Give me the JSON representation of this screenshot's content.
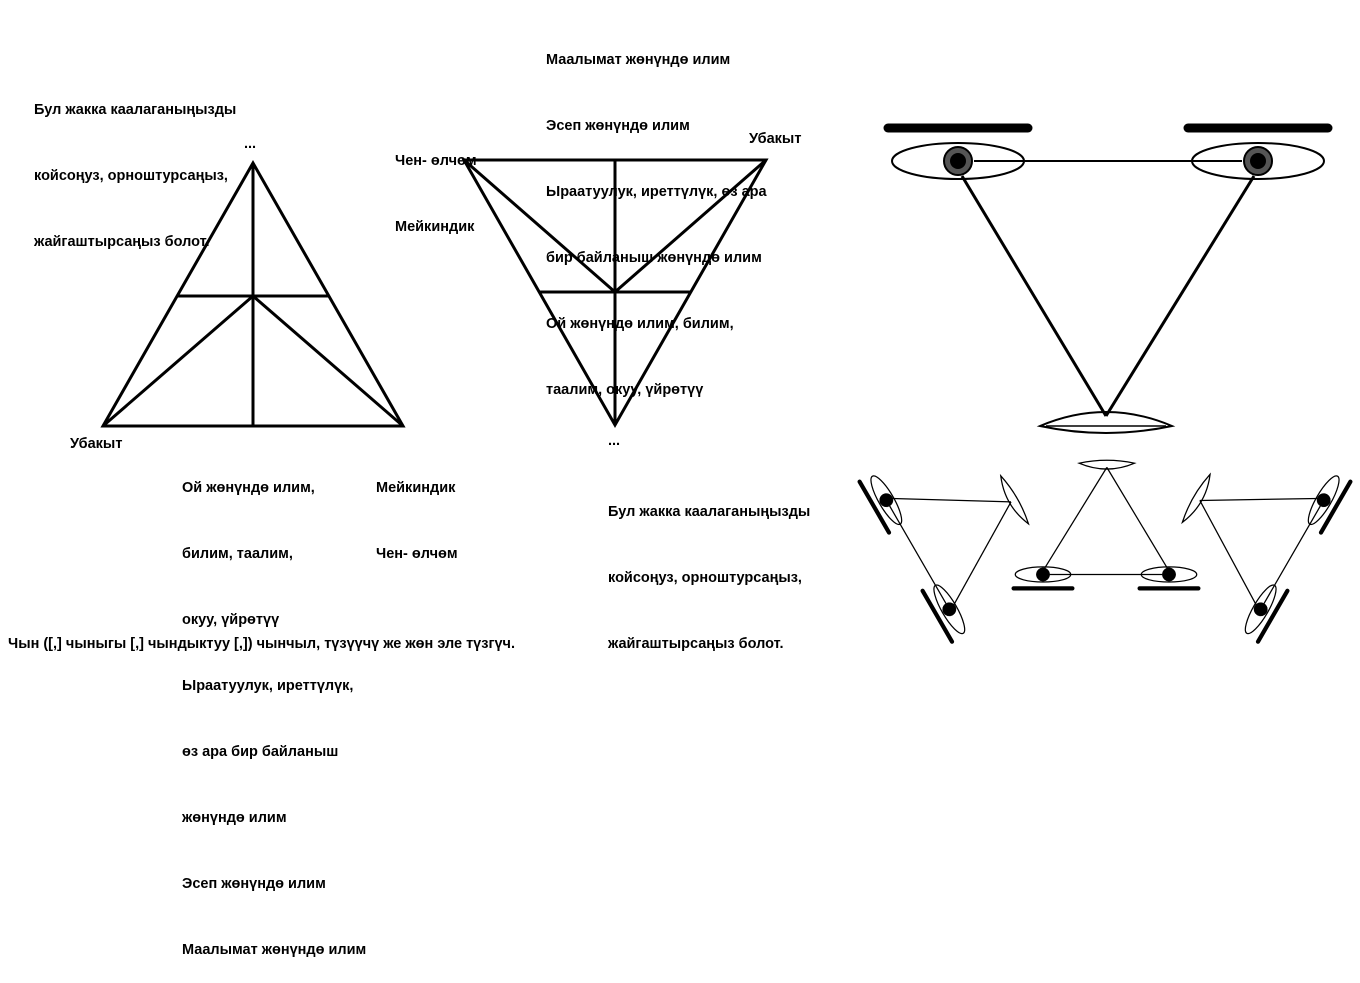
{
  "left_triangle": {
    "top_note": [
      "Бул жакка каалаганыңызды",
      "койсоңуз, орноштурсаңыз,",
      "жайгаштырсаңыз болот."
    ],
    "top_label": "...",
    "bottom_left_label": "Убакыт",
    "bottom_middle_label": [
      "Ой жөнүндө илим,",
      "билим, таалим,",
      "окуу, үйрөтүү",
      "Ыраатуулук, иреттүлүк,",
      "өз ара бир байланыш",
      "жөнүндө илим",
      "Эсеп жөнүндө илим",
      "Маалымат жөнүндө илим"
    ],
    "bottom_right_label": [
      "Мейкиндик",
      "Чен- өлчөм"
    ]
  },
  "inverted_triangle": {
    "top_left_label": [
      "Чен- өлчөм",
      "Мейкиндик"
    ],
    "top_middle_label": [
      "Маалымат жөнүндө илим",
      "Эсеп жөнүндө илим",
      "Ыраатуулук, иреттүлүк, өз ара",
      "бир байланыш жөнүндө илим",
      "Ой жөнүндө илим, билим,",
      "таалим, окуу, үйрөтүү"
    ],
    "top_right_label": "Убакыт",
    "bottom_label": "...",
    "bottom_note": [
      "Бул жакка каалаганыңызды",
      "койсоңуз, орноштурсаңыз,",
      "жайгаштырсаңыз болот."
    ]
  },
  "footer_text": "Чын ([,] чыныгы [,] чындыктуу [,]) чынчыл, түзүүчү же жөн эле түзгүч.",
  "colors": {
    "ink": "#000000",
    "pupil": "#555555",
    "background": "#ffffff"
  }
}
